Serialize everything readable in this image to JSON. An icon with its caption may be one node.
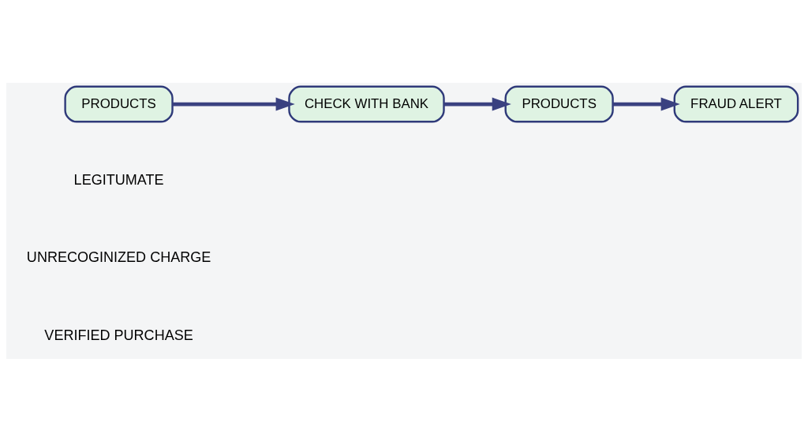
{
  "diagram": {
    "nodes": [
      {
        "text": [
          "PRODUCTS"
        ]
      },
      {
        "text": [
          "CHECK WITH BANK"
        ]
      },
      {
        "text": [
          "PRODUCTS"
        ]
      },
      {
        "text": [
          "FRAUD ALERT"
        ]
      }
    ],
    "edges": [
      {
        "from": 0,
        "to": 1,
        "arrow": "to"
      },
      {
        "from": 1,
        "to": 2,
        "arrow": "to"
      },
      {
        "from": 2,
        "to": 3,
        "arrow": "to"
      }
    ],
    "labels": [
      "VERIFIED PURCHASE",
      "UNRECOGINIZED CHARGE",
      "LEGITUMATE"
    ]
  }
}
